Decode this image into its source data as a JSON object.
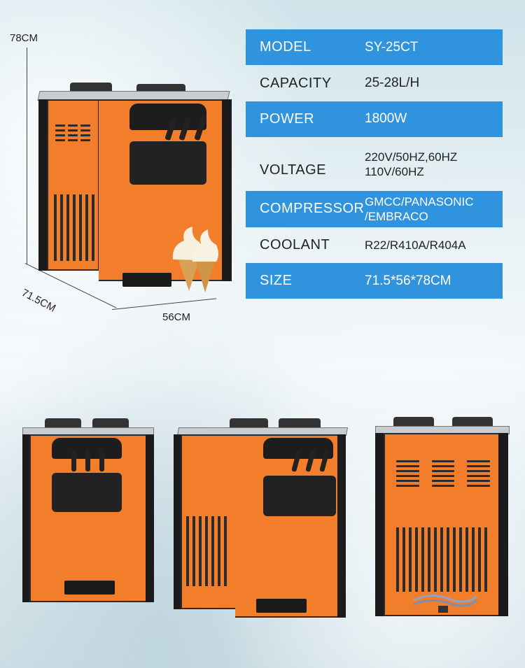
{
  "dimensions": {
    "height": "78CM",
    "depth": "71.5CM",
    "width": "56CM"
  },
  "specs": [
    {
      "key": "MODEL",
      "value": "SY-25CT",
      "highlight": true
    },
    {
      "key": "CAPACITY",
      "value": "25-28L/H",
      "highlight": false
    },
    {
      "key": "POWER",
      "value": "1800W",
      "highlight": true
    },
    {
      "key": "VOLTAGE",
      "value_lines": [
        "220V/50HZ,60HZ",
        "110V/60HZ"
      ],
      "highlight": false
    },
    {
      "key": "COMPRESSOR",
      "value_lines": [
        "GMCC/PANASONIC",
        "/EMBRACO"
      ],
      "highlight": true
    },
    {
      "key": "COOLANT",
      "value": "R22/R410A/R404A",
      "highlight": false
    },
    {
      "key": "SIZE",
      "value": "71.5*56*78CM",
      "highlight": true
    }
  ],
  "colors": {
    "accent_blue": "#2f93dd",
    "machine_orange": "#f27e2c",
    "machine_black": "#1b1b1b"
  }
}
